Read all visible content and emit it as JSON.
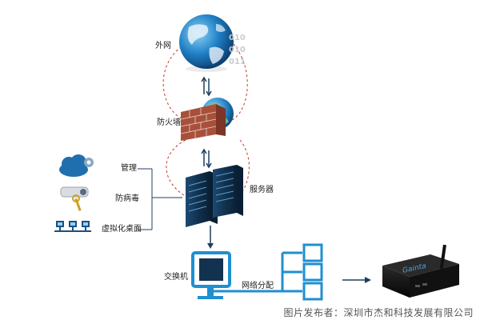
{
  "labels": {
    "internet": "外网",
    "firewall": "防火墙",
    "server": "服务器",
    "management": "管理",
    "antivirus": "防病毒",
    "virtual_desktop": "虚拟化桌面",
    "switch": "交换机",
    "network_distribution": "网络分配"
  },
  "binary_text": [
    "010",
    "010",
    "011"
  ],
  "watermark": "图片发布者：深圳市杰和科技发展有限公司",
  "device_brand": "Gainta",
  "colors": {
    "accent_blue": "#1f8fd0",
    "dashed_red": "#c0392b",
    "brick": "#a9503a",
    "server_dark": "#12324f"
  },
  "icons": [
    "globe-icon",
    "firewall-icon",
    "server-rack-icon",
    "cloud-gear-icon",
    "projector-key-icon",
    "network-computers-icon",
    "switch-monitor-icon",
    "mini-pc-icon"
  ]
}
